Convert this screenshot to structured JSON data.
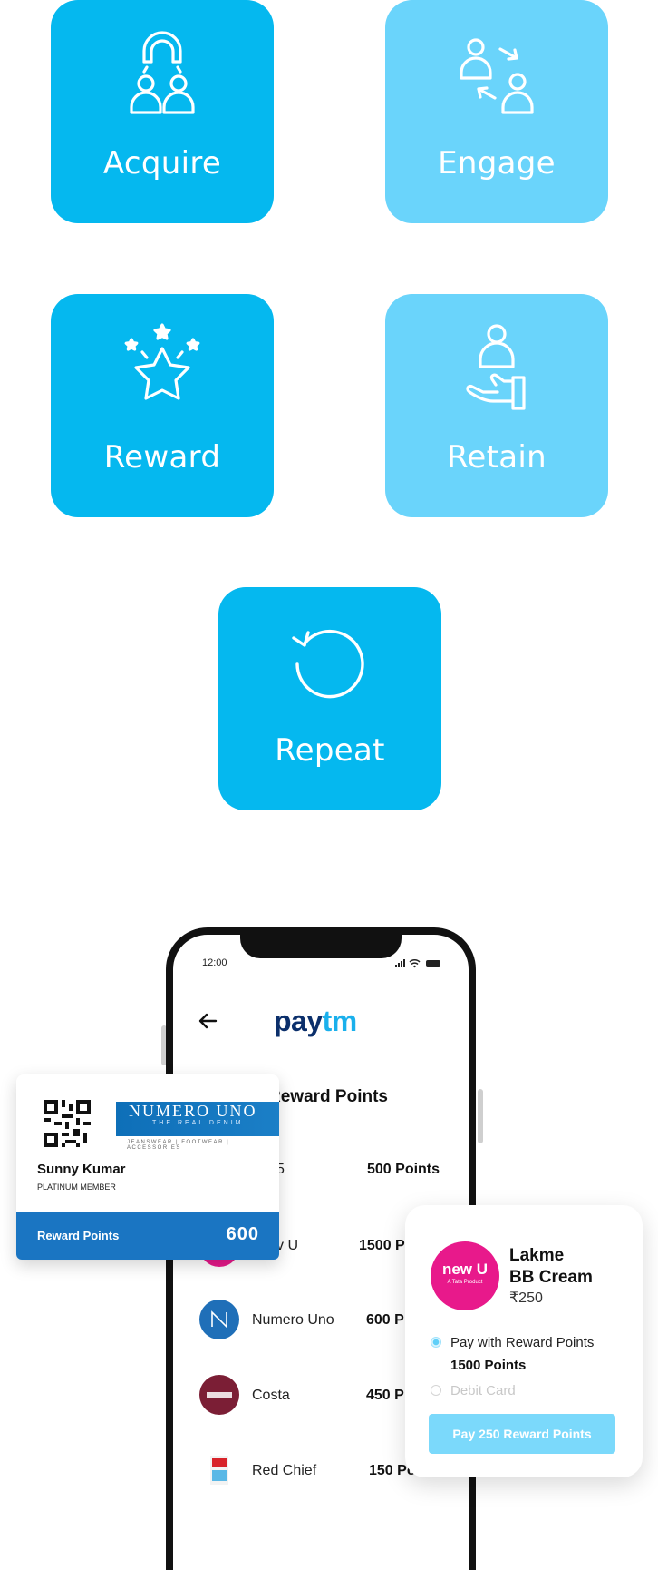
{
  "tiles": [
    {
      "label": "Acquire",
      "icon": "magnet-people-icon",
      "color": "#05b8ef"
    },
    {
      "label": "Engage",
      "icon": "people-exchange-icon",
      "color": "#6ad4fb"
    },
    {
      "label": "Reward",
      "icon": "star-icon",
      "color": "#05b8ef"
    },
    {
      "label": "Retain",
      "icon": "person-hand-icon",
      "color": "#6ad4fb"
    },
    {
      "label": "Repeat",
      "icon": "repeat-icon",
      "color": "#05b8ef"
    }
  ],
  "phone": {
    "time": "12:00",
    "brand_logo_text": "paytm",
    "heading": "Reward Points",
    "rows": [
      {
        "name": "Numero Uno",
        "points": "600 P"
      },
      {
        "name": "Costa",
        "points": "450 P"
      },
      {
        "name": "Red Chief",
        "points": "150 Po"
      }
    ],
    "partial_points_1": "500 Points",
    "partial_name_1": "5",
    "partial_points_2": "1500 P",
    "partial_name_2": "v U"
  },
  "member_card": {
    "brand": "NUMERO UNO",
    "brand_tagline": "THE REAL DENIM",
    "brand_subline": "JEANSWEAR | FOOTWEAR | ACCESSORIES",
    "name": "Sunny Kumar",
    "tier": "PLATINUM MEMBER",
    "points_label": "Reward Points",
    "points_value": "600",
    "accent": "#1a75c2"
  },
  "pay_card": {
    "logo_text": "new U",
    "logo_subtext": "A Tata Product",
    "product_line1": "Lakme",
    "product_line2": "BB Cream",
    "price": "₹250",
    "option_selected": "Pay with Reward Points",
    "option_selected_points": "1500 Points",
    "option_other": "Debit Card",
    "button_label": "Pay 250 Reward Points"
  }
}
